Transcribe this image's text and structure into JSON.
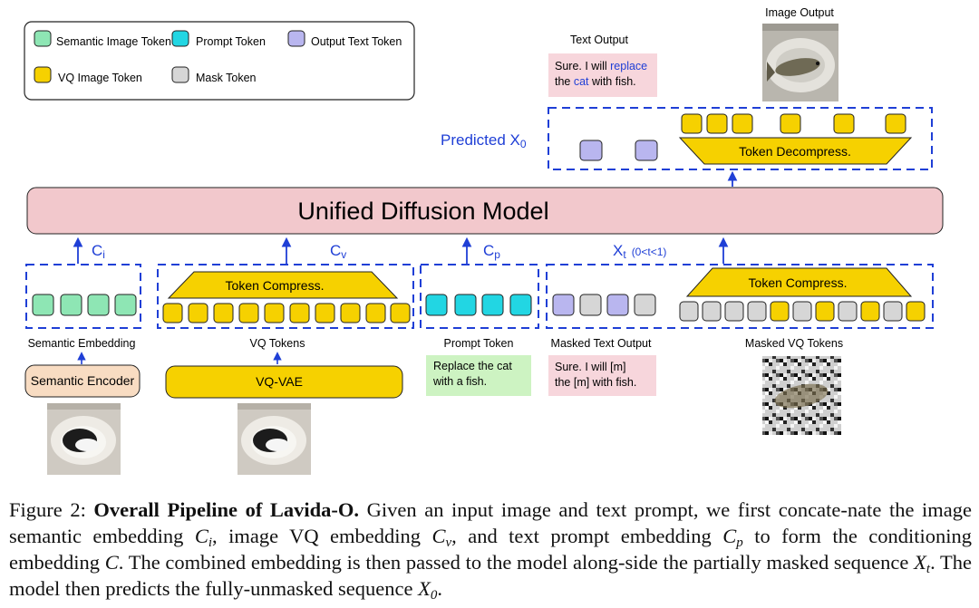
{
  "legend": {
    "semantic": "Semantic Image Token",
    "prompt": "Prompt Token",
    "output_text": "Output Text Token",
    "vq": "VQ Image Token",
    "mask": "Mask Token"
  },
  "top": {
    "image_output": "Image Output",
    "text_output": "Text Output",
    "text_output_parts": [
      "Sure. I will ",
      "replace",
      " the ",
      "cat",
      " with fish."
    ],
    "predicted": "Predicted X",
    "predicted_sub": "0",
    "token_decompress": "Token Decompress."
  },
  "model": {
    "label": "Unified Diffusion Model"
  },
  "arrows": {
    "ci": "C",
    "ci_sub": "i",
    "cv": "C",
    "cv_sub": "v",
    "cp": "C",
    "cp_sub": "p",
    "xt": "X",
    "xt_sub": "t",
    "xt_range": "(0<t<1)"
  },
  "bottom": {
    "token_compress_a": "Token Compress.",
    "token_compress_b": "Token Compress.",
    "semantic_embedding": "Semantic Embedding",
    "vq_tokens": "VQ Tokens",
    "prompt_token": "Prompt Token",
    "masked_text_output": "Masked Text Output",
    "masked_vq_tokens": "Masked VQ Tokens",
    "semantic_encoder": "Semantic Encoder",
    "vq_vae": "VQ-VAE",
    "prompt_line1": "Replace the cat",
    "prompt_line2": "with a fish.",
    "masked_line1": "Sure. I will [m]",
    "masked_line2": "the [m] with fish."
  },
  "caption": {
    "figure_label": "Figure 2: ",
    "title": "Overall Pipeline of Lavida-O.",
    "p1": " Given an input image and text prompt, we first concate-nate the image semantic embedding ",
    "ci": "C",
    "ci_sub": "i",
    "p2": ", image VQ embedding ",
    "cv": "C",
    "cv_sub": "v",
    "p3": ", and text prompt embedding ",
    "cp": "C",
    "cp_sub": "p",
    "p4": " to form the conditioning embedding ",
    "c": "C",
    "p5": ". The combined embedding is then passed to the model along-side the partially masked sequence ",
    "xt": "X",
    "xt_sub": "t",
    "p6": ". The model then predicts the fully-unmasked sequence ",
    "x0": "X",
    "x0_sub": "0",
    "p7": "."
  },
  "colors": {
    "semantic": "#8ee6b4",
    "prompt": "#22d6e3",
    "output_text": "#b9b6ef",
    "vq": "#f6d100",
    "mask": "#d6d6d6",
    "model": "#f2c8cc",
    "accent_blue": "#1f3fd6",
    "encoder": "#f8dcc2",
    "prompt_box": "#cdf3c2",
    "text_box": "#f7d6dc"
  }
}
